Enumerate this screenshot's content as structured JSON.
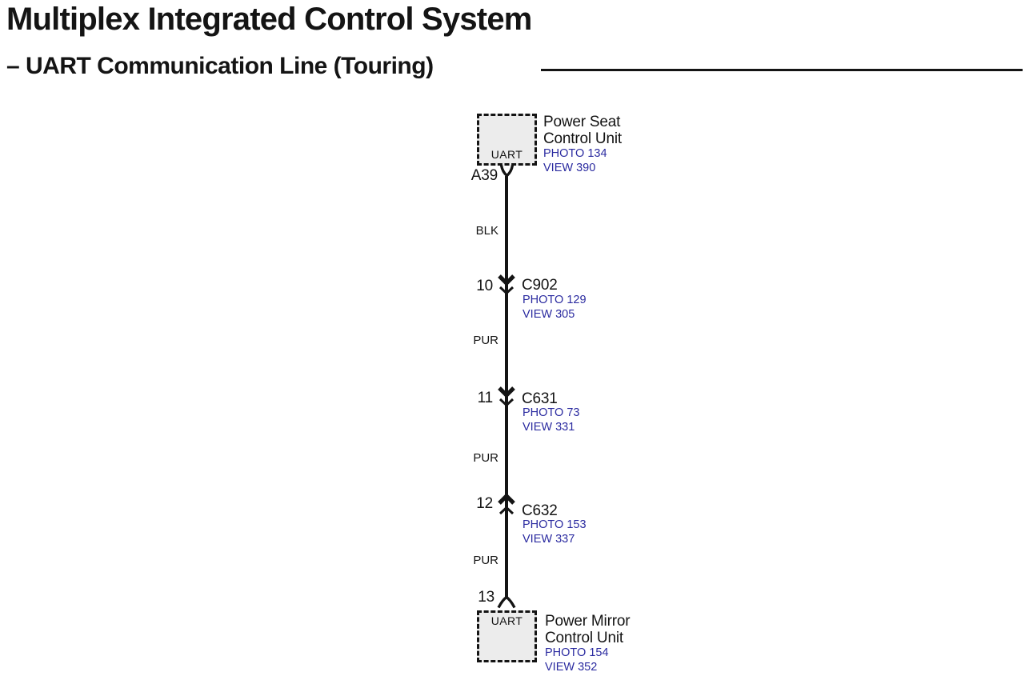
{
  "header": {
    "title": "Multiplex Integrated Control System",
    "subtitle": "– UART Communication Line (Touring)"
  },
  "colors": {
    "reference_blue": "#2b2ba0",
    "box_fill": "#ececec",
    "line_black": "#141414"
  },
  "diagram": {
    "top_unit": {
      "port": "UART",
      "name_line1": "Power Seat",
      "name_line2": "Control Unit",
      "photo": "PHOTO 134",
      "view": "VIEW 390",
      "terminal": "A39"
    },
    "segments": [
      {
        "color": "BLK"
      },
      {
        "color": "PUR"
      },
      {
        "color": "PUR"
      },
      {
        "color": "PUR"
      }
    ],
    "connectors": [
      {
        "pin": "10",
        "name": "C902",
        "photo": "PHOTO 129",
        "view": "VIEW 305",
        "direction": "down"
      },
      {
        "pin": "11",
        "name": "C631",
        "photo": "PHOTO 73",
        "view": "VIEW 331",
        "direction": "down"
      },
      {
        "pin": "12",
        "name": "C632",
        "photo": "PHOTO 153",
        "view": "VIEW 337",
        "direction": "up"
      }
    ],
    "bottom_unit": {
      "terminal": "13",
      "port": "UART",
      "name_line1": "Power Mirror",
      "name_line2": "Control Unit",
      "photo": "PHOTO 154",
      "view": "VIEW 352"
    }
  }
}
